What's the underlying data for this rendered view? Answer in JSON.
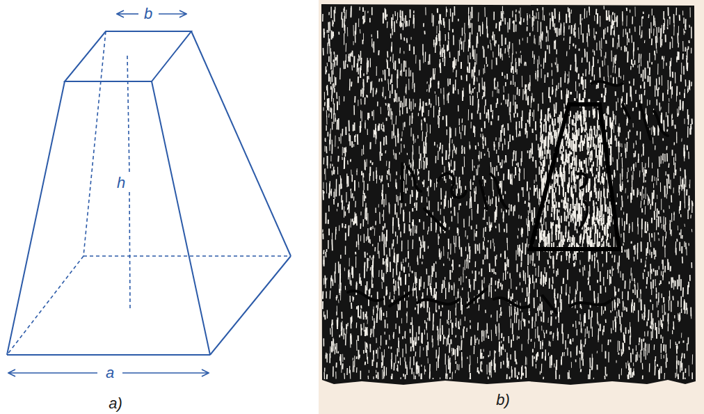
{
  "diagram": {
    "labels": [
      "b",
      "h",
      "a",
      "a)",
      "b)"
    ]
  }
}
